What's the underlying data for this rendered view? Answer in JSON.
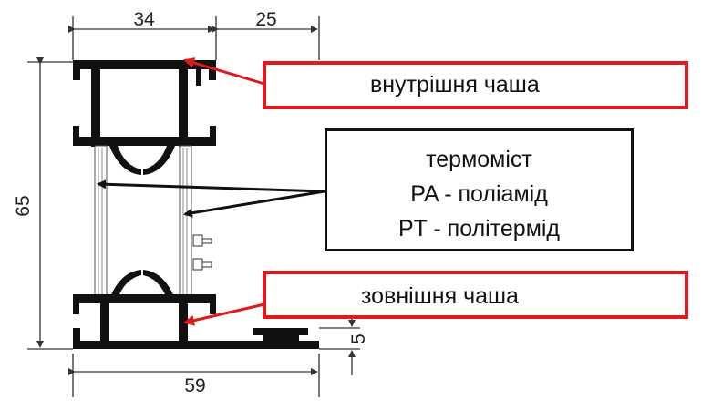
{
  "dimensions": {
    "top_left": "34",
    "top_right": "25",
    "left_height": "65",
    "bottom_width": "59",
    "right_small": "5"
  },
  "labels": {
    "inner_shell": "внутрішня чаша",
    "thermal_break": {
      "line1": "термоміст",
      "line2": "PA - поліамід",
      "line3": "PT - політермід"
    },
    "outer_shell": "зовнішня чаша"
  },
  "colors": {
    "callout_red": "#e0191e",
    "callout_black": "#111111",
    "profile": "#111111"
  }
}
